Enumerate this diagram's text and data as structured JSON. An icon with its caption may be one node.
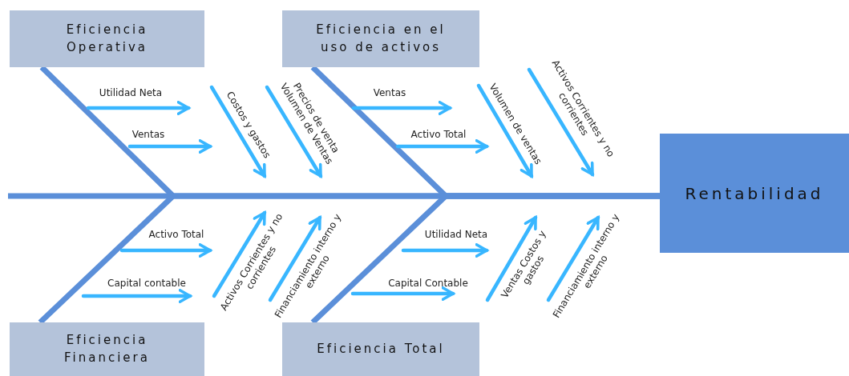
{
  "diagram": {
    "nodes": [
      {
        "text": [
          "Eficiencia Operativa"
        ]
      },
      {
        "text": [
          "Eficiencia en el uso de activos"
        ]
      },
      {
        "text": [
          "Eficiencia Financiera"
        ]
      },
      {
        "text": [
          "Eficiencia Total"
        ]
      },
      {
        "text": [
          "Rentabilidad"
        ]
      }
    ],
    "edges": [
      {
        "from": 0,
        "to": 4,
        "arrow": "none"
      },
      {
        "from": 1,
        "to": 4,
        "arrow": "none"
      },
      {
        "from": 2,
        "to": 4,
        "arrow": "none"
      },
      {
        "from": 3,
        "to": 4,
        "arrow": "none"
      }
    ],
    "labels": [
      "Utilidad Neta",
      "Ventas",
      "Costos y gastos",
      "Precios de venta Volumen de Ventas",
      "Ventas",
      "Activo Total",
      "Volumen de ventas",
      "Activos Corrientes y no corrientes",
      "Activo Total",
      "Capital contable",
      "Activos Corrientes y no corrientes",
      "Financiamiento interno y externo",
      "Utilidad Neta",
      "Capital Contable",
      "Ventas Costos y gastos",
      "Financiamiento interno y externo"
    ]
  }
}
